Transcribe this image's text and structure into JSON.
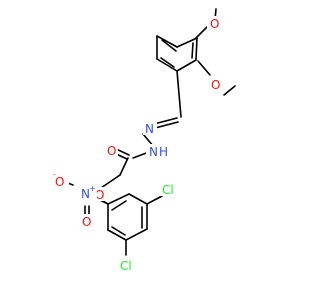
{
  "colors": {
    "bond": "#000000",
    "oxygen": "#ff0d0d",
    "nitrogen": "#3050f8",
    "chlorine": "#1ff01f"
  },
  "atoms": {
    "methoxy_o_top": "O",
    "methoxy_o_side": "O",
    "imine_n": "N",
    "amide_n": "N",
    "amide_h": "H",
    "carbonyl_o": "O",
    "ether_o": "O",
    "nitro_n": "N",
    "nitro_n_charge": "+",
    "nitro_o_charged": "O",
    "nitro_o_charge": "-",
    "nitro_o_double": "O",
    "cl_top": "Cl",
    "cl_bottom": "Cl"
  }
}
